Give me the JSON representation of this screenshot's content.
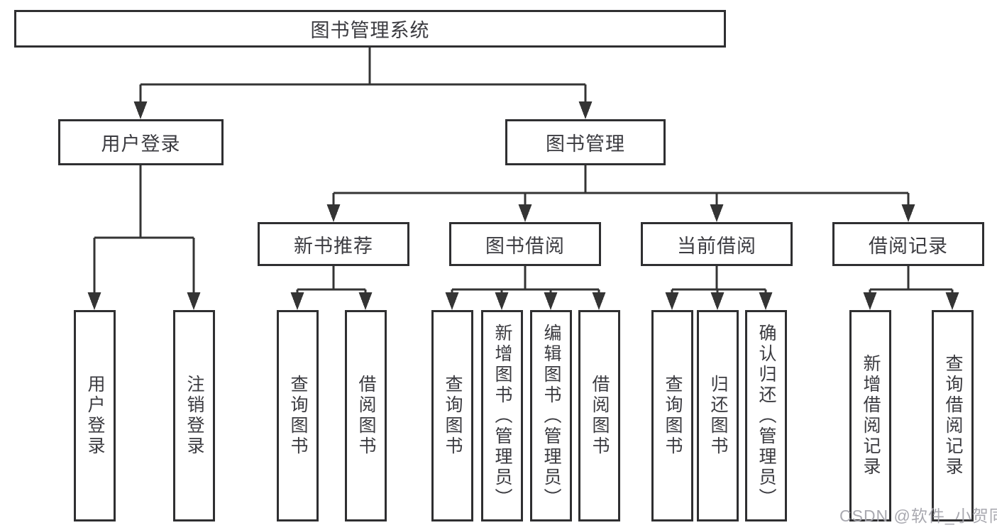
{
  "title": "图书管理系统",
  "branches": {
    "user_login": "用户登录",
    "book_mgmt": "图书管理"
  },
  "modules": [
    "新书推荐",
    "图书借阅",
    "当前借阅",
    "借阅记录"
  ],
  "leaves": {
    "user_login": [
      "用户登录",
      "注销登录"
    ],
    "new_book": [
      "查询图书",
      "借阅图书"
    ],
    "book_borrow": [
      "查询图书",
      "新增图书（管理员）",
      "编辑图书（管理员）",
      "借阅图书"
    ],
    "current_borrow": [
      "查询图书",
      "归还图书",
      "确认归还（管理员）"
    ],
    "borrow_record": [
      "新增借阅记录",
      "查询借阅记录"
    ]
  },
  "watermark": "CSDN @软件_小贺同学",
  "colors": {
    "line": "#343434",
    "border": "#2f2f31",
    "text": "#3b3b40",
    "watermark": "#a4a4ac",
    "background": "#ffffff"
  }
}
